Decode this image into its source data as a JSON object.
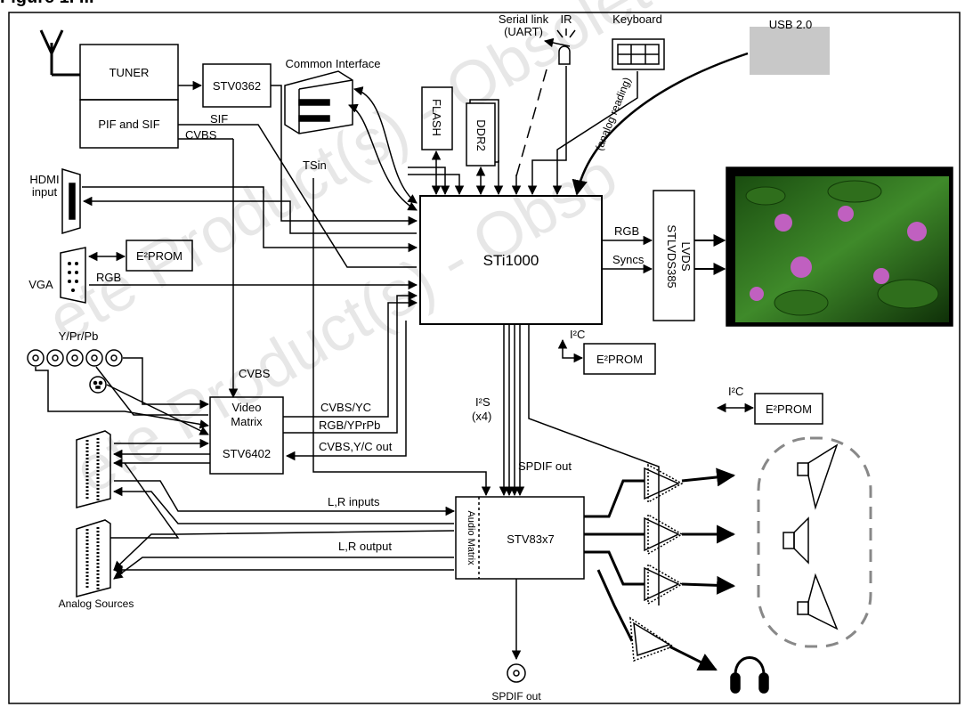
{
  "header": "Figure 1. ...",
  "watermarks": [
    "ete Product(s) - Obsolete",
    "ete Product(s) - Obso"
  ],
  "blocks": {
    "tuner": "TUNER",
    "pif_sif": "PIF and SIF",
    "stv0362": "STV0362",
    "common_interface": "Common Interface",
    "flash": "FLASH",
    "ddr2": "DDR2",
    "serial_link_1": "Serial link",
    "serial_link_2": "(UART)",
    "ir": "IR",
    "keyboard": "Keyboard",
    "analog_reading": "(analog reading)",
    "usb": "USB 2.0",
    "hdmi_1": "HDMI",
    "hdmi_2": "input",
    "vga": "VGA",
    "eeprom_vga": "E²PROM",
    "sti1000": "STi1000",
    "stlvds_1": "STLVDS385",
    "stlvds_2": "LVDS",
    "eeprom_main": "E²PROM",
    "eeprom_i2c": "E²PROM",
    "video_matrix_1": "Video",
    "video_matrix_2": "Matrix",
    "video_matrix_3": "STV6402",
    "stv83x7": "STV83x7",
    "audio_matrix": "Audio Matrix",
    "analog_sources": "Analog Sources",
    "spdif_out_bottom": "SPDIF out"
  },
  "signals": {
    "sif": "SIF",
    "cvbs_top": "CVBS",
    "tsin": "TSin",
    "rgb_vga": "RGB",
    "rgb_out": "RGB",
    "syncs": "Syncs",
    "i2c_1": "I²C",
    "i2c_2": "I²C",
    "ypr": "Y/Pr/Pb",
    "cvbs_mid": "CVBS",
    "cvbs_yc": "CVBS/YC",
    "rgb_yprpb": "RGB/YPrPb",
    "cvbs_yc_out": "CVBS,Y/C out",
    "i2s_1": "I²S",
    "i2s_2": "(x4)",
    "spdif_out_mid": "SPDIF out",
    "lr_inputs": "L,R inputs",
    "lr_output": "L,R output"
  }
}
